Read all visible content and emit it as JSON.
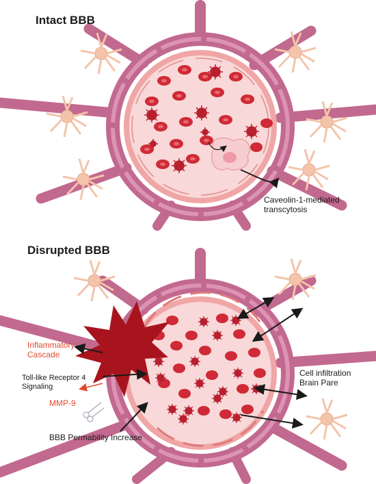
{
  "panels": {
    "intact": {
      "title": "Intact BBB",
      "caveolin_label_line1": "Caveolin-1-mediated",
      "caveolin_label_line2": "transcytosis"
    },
    "disrupted": {
      "title": "Disrupted BBB",
      "inflammatory_line1": "Inflammatory",
      "inflammatory_line2": "Cascade",
      "tlr4_line1": "Toll-like Receptor 4",
      "tlr4_line2": "Signaling",
      "mmp9": "MMP-9",
      "permeability": "BBB Permability Increase",
      "infiltration_line1": "Cell infiltration",
      "infiltration_line2": "Brain Pare"
    }
  },
  "colors": {
    "astrocyte_process": "#c2698f",
    "lumen": "#f8d8d8",
    "endothelium": "#f0a6a6",
    "rbc": "#cf2a36",
    "virus": "#b82030",
    "damage_star": "#a8141e",
    "astrocyte_cell": "#f3c4aa",
    "red_label": "#e04a2a",
    "arrow": "#1a1a1a"
  },
  "icons": [
    "astrocyte-icon",
    "red-blood-cell-icon",
    "virus-particle-icon",
    "macrophage-icon",
    "scissors-icon",
    "damage-burst-icon"
  ]
}
